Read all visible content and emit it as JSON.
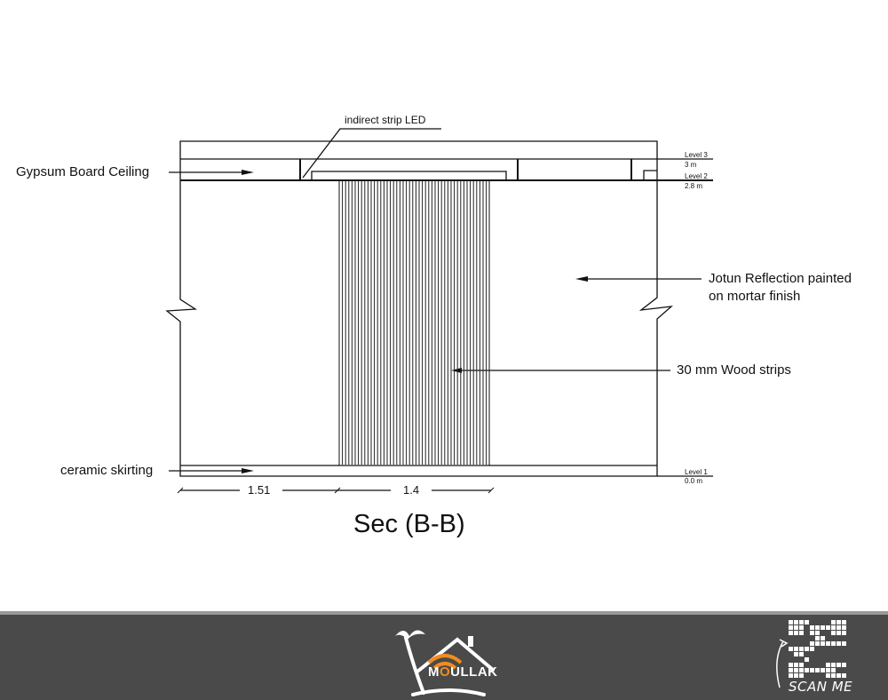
{
  "labels": {
    "gypsum": "Gypsum Board Ceiling",
    "led": "indirect strip LED",
    "jotun_line1": "Jotun Reflection painted",
    "jotun_line2": "on mortar finish",
    "wood": "30 mm Wood strips",
    "skirting": "ceramic skirting"
  },
  "levels": [
    {
      "name": "Level 3",
      "value": "3 m"
    },
    {
      "name": "Level 2",
      "value": "2.8 m"
    },
    {
      "name": "Level 1",
      "value": "0.0 m"
    }
  ],
  "dimensions": [
    "1.51",
    "1.4"
  ],
  "title": "Sec (B-B)",
  "footer": {
    "brand_prefix": "M",
    "brand_accent": "O",
    "brand_suffix": "ULLAK",
    "scan_label": "SCAN ME",
    "accent_color": "#f28c1e",
    "background_color": "#4a4a4a"
  }
}
